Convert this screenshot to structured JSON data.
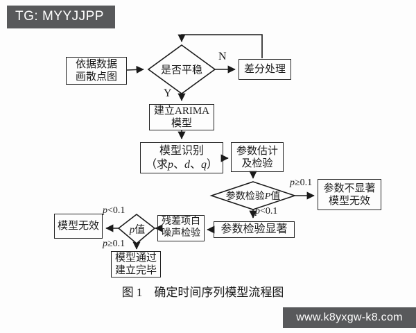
{
  "badge": {
    "text": "TG: MYYJJPP"
  },
  "watermark": {
    "text": "www.k8yxgw-k8.com"
  },
  "caption": {
    "text": "图 1　确定时间序列模型流程图"
  },
  "colors": {
    "bar_bg": "#58595b",
    "line": "#1a1a1a"
  },
  "flowchart": {
    "nodes": {
      "draw_scatter": {
        "line1": "依据数据",
        "line2": "画散点图"
      },
      "is_stationary": {
        "label": "是否平稳"
      },
      "difference": {
        "label": "差分处理"
      },
      "build_arima": {
        "line1": "建立ARIMA",
        "line2": "模型"
      },
      "model_identify": {
        "line1": "模型识别",
        "l2_open": "（求",
        "l2_p": "p",
        "l2_sep1": "、",
        "l2_d": "d",
        "l2_sep2": "、",
        "l2_q": "q",
        "l2_close": "）"
      },
      "param_estimate": {
        "line1": "参数估计",
        "line2": "及检验"
      },
      "param_p_value": {
        "prefix": "参数检验",
        "p": "P",
        "suffix": "值"
      },
      "param_not_significant": {
        "line1": "参数不显著",
        "line2": "模型无效"
      },
      "param_significant": {
        "label": "参数检验显著"
      },
      "residual_test": {
        "line1": "残差项白",
        "line2": "噪声检验"
      },
      "p_value": {
        "p": "p",
        "suffix": "值"
      },
      "model_invalid": {
        "label": "模型无效"
      },
      "model_complete": {
        "line1": "模型通过",
        "line2": "建立完毕"
      }
    },
    "edge_labels": {
      "no": "N",
      "yes": "Y",
      "p_ge_top": {
        "p": "p",
        "rest": "≥0.1"
      },
      "p_lt_top": {
        "p": "p",
        "rest": "<0.1"
      },
      "p_lt_left": {
        "p": "p",
        "rest": "<0.1"
      },
      "p_ge_left": {
        "p": "p",
        "rest": "≥0.1"
      }
    }
  }
}
